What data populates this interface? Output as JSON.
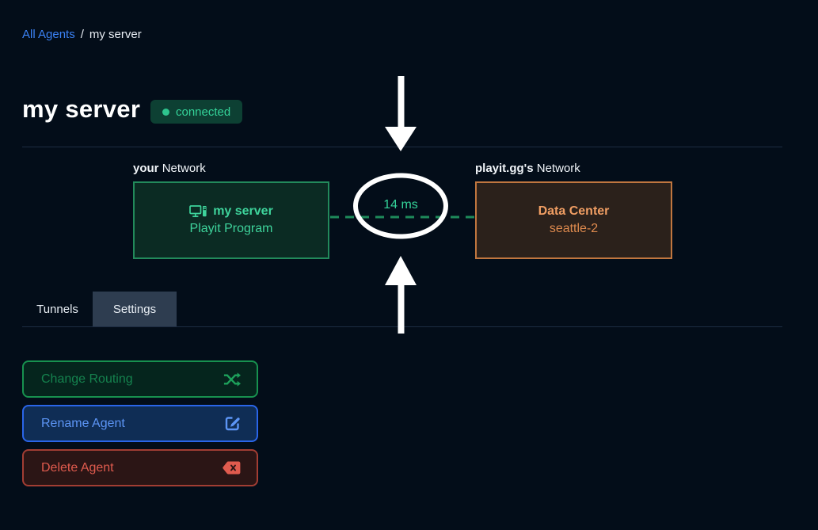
{
  "breadcrumb": {
    "link": "All Agents",
    "separator": "/",
    "current": "my server"
  },
  "header": {
    "title": "my server",
    "status": "connected"
  },
  "diagram": {
    "left": {
      "label_bold": "your",
      "label_rest": "Network",
      "box_title": "my server",
      "box_subtitle": "Playit Program",
      "icon": "desktop-computer-icon"
    },
    "latency": "14 ms",
    "right": {
      "label_bold": "playit.gg's",
      "label_rest": "Network",
      "box_title": "Data Center",
      "box_subtitle": "seattle-2"
    }
  },
  "tabs": [
    {
      "label": "Tunnels",
      "active": false
    },
    {
      "label": "Settings",
      "active": true
    }
  ],
  "actions": [
    {
      "label": "Change Routing",
      "icon": "shuffle-icon",
      "variant": "green"
    },
    {
      "label": "Rename Agent",
      "icon": "edit-icon",
      "variant": "blue"
    },
    {
      "label": "Delete Agent",
      "icon": "backspace-icon",
      "variant": "red"
    }
  ],
  "colors": {
    "background": "#030d19",
    "link_blue": "#3b82f6",
    "status_green": "#34d399",
    "badge_bg": "#0d4033",
    "box_green_border": "#228a5b",
    "box_green_text": "#3ed39b",
    "box_orange_border": "#c0763f",
    "box_orange_text": "#f09e63",
    "tab_active_bg": "#2e3d50",
    "btn_green_border": "#17914f",
    "btn_blue_border": "#2a65e8",
    "btn_red_border": "#a23d33",
    "annotation": "#ffffff"
  }
}
